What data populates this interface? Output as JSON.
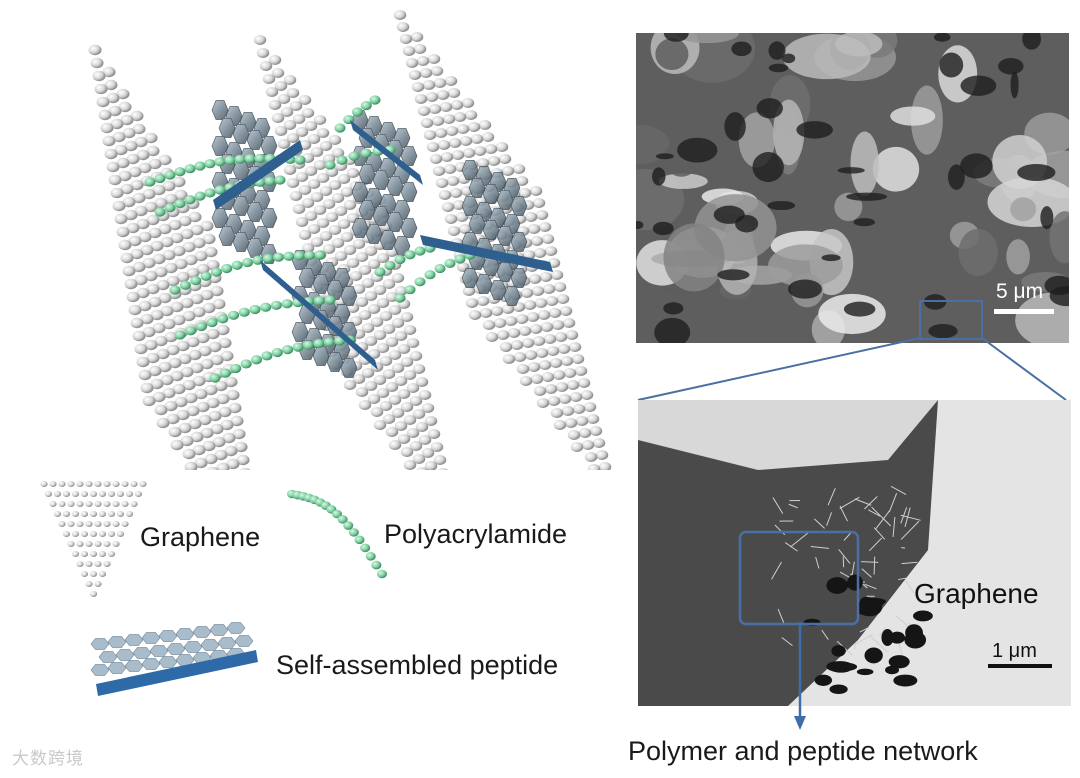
{
  "legend": {
    "graphene": "Graphene",
    "polyacrylamide": "Polyacrylamide",
    "peptide": "Self-assembled peptide"
  },
  "sem_top": {
    "scale_label": "5 μm"
  },
  "sem_bottom": {
    "material_label": "Graphene",
    "scale_label": "1 μm"
  },
  "caption": {
    "network_label": "Polymer and peptide network"
  },
  "watermark": {
    "text": "大数跨境"
  },
  "colors": {
    "graphene_atom": "#d9d9d9",
    "polymer": "#7fd1a3",
    "peptide": "#2e5f8e",
    "frame": "#4a6fa5"
  }
}
